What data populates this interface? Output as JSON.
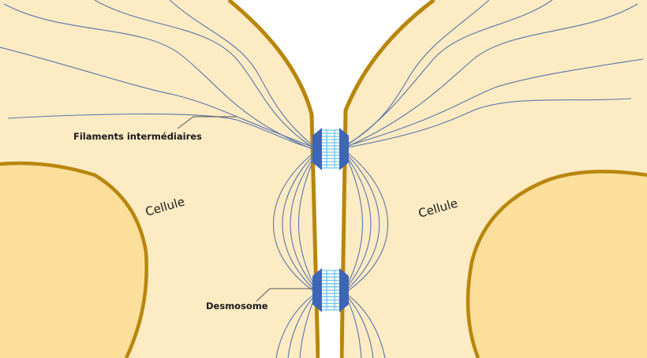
{
  "labels": {
    "filaments": "Filaments intermédiaires",
    "desmosome": "Desmosome",
    "cell_left": "Cellule",
    "cell_right": "Cellule"
  },
  "colors": {
    "cytoplasm": "#fdebc4",
    "nucleus": "#fbdf9b",
    "membrane": "#b8860b",
    "desmosome_plaque": "#3d66b7",
    "desmosome_link": "#6fc3ec",
    "filament": "#5876a9",
    "gap": "#ffffff"
  }
}
